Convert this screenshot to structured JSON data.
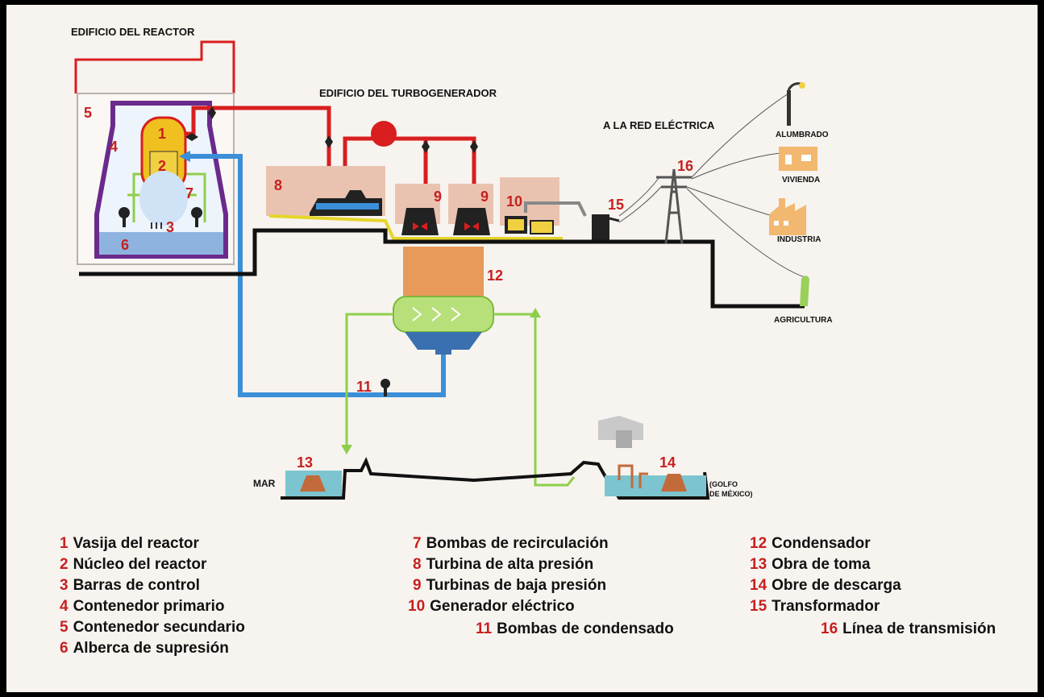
{
  "labels": {
    "reactor_building": "EDIFICIO DEL REACTOR",
    "turbo_building": "EDIFICIO DEL TURBOGENERADOR",
    "grid": "A LA RED ELÉCTRICA",
    "lighting": "ALUMBRADO",
    "housing": "VIVIENDA",
    "industry": "INDUSTRIA",
    "agriculture": "AGRICULTURA",
    "sea": "MAR",
    "gulf_line1": "(GOLFO",
    "gulf_line2": "DE MÉXICO)"
  },
  "numbers": [
    "1",
    "2",
    "3",
    "4",
    "5",
    "6",
    "7",
    "8",
    "9",
    "10",
    "11",
    "12",
    "13",
    "14",
    "15",
    "16"
  ],
  "legend": [
    {
      "n": "1",
      "text": "Vasija del reactor"
    },
    {
      "n": "2",
      "text": "Núcleo del reactor"
    },
    {
      "n": "3",
      "text": "Barras de control"
    },
    {
      "n": "4",
      "text": "Contenedor primario"
    },
    {
      "n": "5",
      "text": "Contenedor secundario"
    },
    {
      "n": "6",
      "text": "Alberca de supresión"
    },
    {
      "n": "7",
      "text": "Bombas de recirculación"
    },
    {
      "n": "8",
      "text": "Turbina de alta presión"
    },
    {
      "n": "9",
      "text": "Turbinas de baja presión"
    },
    {
      "n": "10",
      "text": "Generador eléctrico"
    },
    {
      "n": "11",
      "text": "Bombas de condensado"
    },
    {
      "n": "12",
      "text": "Condensador"
    },
    {
      "n": "13",
      "text": "Obra de toma"
    },
    {
      "n": "14",
      "text": "Obre de descarga"
    },
    {
      "n": "15",
      "text": "Transformador"
    },
    {
      "n": "16",
      "text": "Línea de transmisión"
    }
  ],
  "colors": {
    "steam": "#d81e1e",
    "feedwater": "#3a8fd8",
    "cooling": "#8ecf4a",
    "containment": "#6a2a8c",
    "number": "#c62020",
    "ground": "#111111"
  }
}
